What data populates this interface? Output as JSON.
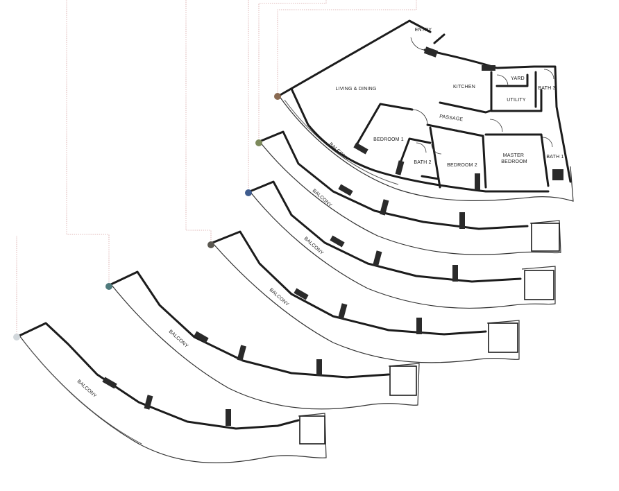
{
  "rooms": {
    "entry": "ENTRY",
    "living_dining": "LIVING & DINING",
    "kitchen": "KITCHEN",
    "yard": "YARD",
    "bath_3": "BATH 3",
    "utility": "UTILITY",
    "passage": "PASSAGE",
    "bedroom_1": "BEDROOM 1",
    "bath_2": "BATH 2",
    "bedroom_2": "BEDROOM 2",
    "master_bedroom_line1": "MASTER",
    "master_bedroom_line2": "BEDROOM",
    "bath_1": "BATH 1"
  },
  "balconies": [
    {
      "label": "BALCONY",
      "marker_color": "#8a6a52"
    },
    {
      "label": "BALCONY",
      "marker_color": "#7d8a5c"
    },
    {
      "label": "BALCONY",
      "marker_color": "#3f5c8e"
    },
    {
      "label": "BALCONY",
      "marker_color": "#5a5750"
    },
    {
      "label": "BALCONY",
      "marker_color": "#4f7a7c"
    },
    {
      "label": "BALCONY",
      "marker_color": "#d2d8dc"
    }
  ]
}
